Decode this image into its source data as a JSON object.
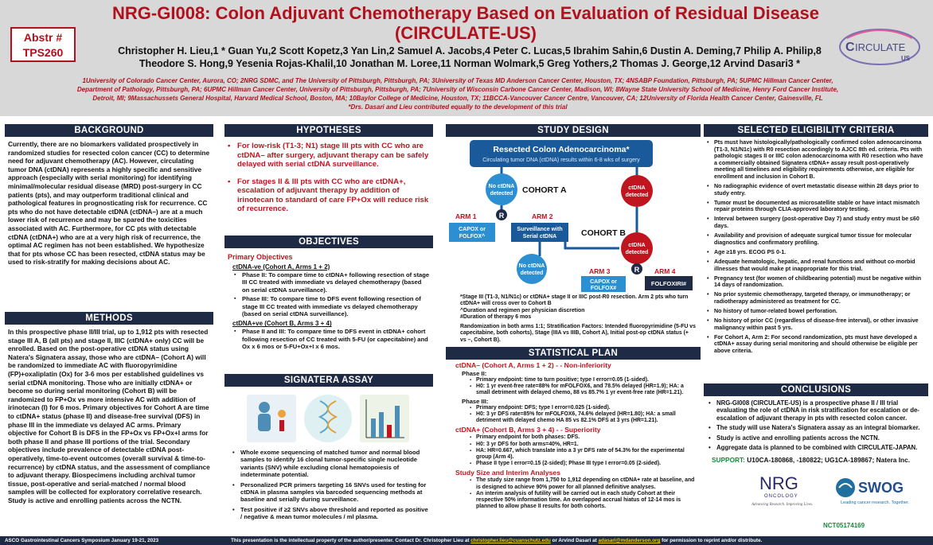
{
  "header": {
    "title_line1": "NRG-GI008: Colon Adjuvant Chemotherapy Based on Evaluation of Residual Disease",
    "title_line2": "(CIRCULATE-US)",
    "abstract_line1": "Abstr #",
    "abstract_line2": "TPS260",
    "authors_line1": "Christopher H. Lieu,1 * Guan Yu,2 Scott Kopetz,3 Yan Lin,2 Samuel A. Jacobs,4 Peter C. Lucas,5 Ibrahim Sahin,6 Dustin A. Deming,7 Philip A. Philip,8",
    "authors_line2": "Theodore S. Hong,9  Yesenia Rojas-Khalil,10 Jonathan M. Loree,11 Norman Wolmark,5 Greg Yothers,2 Thomas J. George,12 Arvind Dasari3 *",
    "affil_line1": "1University of Colorado Cancer Center, Aurora, CO; 2NRG SDMC, and The University of Pittsburgh, Pittsburgh, PA; 3University of Texas MD Anderson Cancer Center, Houston, TX; 4NSABP Foundation, Pittsburgh, PA; 5UPMC Hillman Cancer Center,",
    "affil_line2": "Department of Pathology, Pittsburgh, PA; 6UPMC Hillman Cancer Center, University of Pittsburgh, Pittsburgh, PA; 7University of Wisconsin Carbone Cancer Center, Madison, WI; 8Wayne State University School of Medicine, Henry Ford Cancer Institute,",
    "affil_line3": "Detroit, MI; 9Massachussets General Hospital, Harvard Medical School, Boston, MA; 10Baylor College of Medicine, Houston, TX; 11BCCA-Vancouver Cancer Centre, Vancouver, CA; 12University of Florida Health Cancer Center, Gainesville, FL",
    "affil_line4": "*Drs. Dasari and Lieu contributed equally to the development of this trial",
    "logo_text": "IRCULATE",
    "logo_sub": "US"
  },
  "background": {
    "heading": "BACKGROUND",
    "text": "Currently, there are no biomarkers validated prospectively in randomized studies for resected colon cancer (CC) to determine need for adjuvant chemotherapy (AC). However, circulating tumor DNA (ctDNA) represents a highly specific and sensitive approach (especially with serial monitoring) for identifying minimal/molecular residual disease (MRD) post-surgery in CC patients (pts), and may outperform traditional clinical and pathological features in prognosticating risk for recurrence. CC pts who do not have detectable ctDNA (ctDNA–) are at a much lower risk of recurrence and may be spared the toxicities associated with AC. Furthermore, for CC pts with detectable ctDNA (ctDNA+) who are at a very high risk of recurrence, the optimal AC regimen has not been established. We hypothesize that for pts whose CC has been resected, ctDNA status may be used to risk-stratify for making decisions about AC."
  },
  "methods": {
    "heading": "METHODS",
    "text": "In this prospective phase II/III trial, up to 1,912 pts with resected stage III A, B (all pts) and stage II, IIIC (ctDNA+ only) CC will be enrolled. Based on the post-operative ctDNA status using Natera's Signatera assay, those who are ctDNA– (Cohort A) will be randomized to immediate AC with fluoropyrimidine (FP)+oxaliplatin (Ox) for 3-6 mos per established guidelines vs serial ctDNA monitoring. Those who are initially ctDNA+ or become so during serial monitoring (Cohort B) will be randomized to FP+Ox vs more intensive AC with addition of irinotecan (I) for 6 mos. Primary objectives for Cohort A are time to ctDNA+ status (phase II) and disease-free survival (DFS) in phase III in the immediate vs delayed AC arms. Primary objective for Cohort B is DFS in the FP+Ox vs FP+Ox+I arms for both phase II and phase III portions of the trial. Secondary objectives include prevalence of detectable ctDNA post-operatively, time-to-event outcomes (overall survival & time-to-recurrence) by ctDNA status, and the assessment of compliance to adjuvant therapy. Biospecimens including archival tumor tissue, post-operative and serial-matched / normal blood samples will be collected for exploratory correlative research. Study is active and enrolling patients across the NCTN."
  },
  "hypotheses": {
    "heading": "HYPOTHESES",
    "items": [
      "For low-risk (T1-3; N1) stage III pts with CC who are ctDNA– after surgery, adjuvant therapy can be safely delayed with serial ctDNA surveillance.",
      "For stages II & III pts with CC who are ctDNA+, escalation of adjuvant therapy by addition of irinotecan to standard of care FP+Ox will reduce risk of recurrence."
    ]
  },
  "objectives": {
    "heading": "OBJECTIVES",
    "primary": "Primary Objectives",
    "cohort_a_label": "ctDNA-ve (Cohort A, Arms 1 + 2)",
    "cohort_a_items": [
      "Phase II: To compare time to ctDNA+ following resection of stage III CC treated with immediate vs delayed chemotherapy (based on serial ctDNA surveillance).",
      "Phase III: To compare time to DFS event following resection of stage III CC treated with immediate vs delayed chemotherapy (based on serial ctDNA surveillance)."
    ],
    "cohort_b_label": "ctDNA+ve (Cohort B, Arms 3 + 4)",
    "cohort_b_items": [
      "Phase II and III: To compare time to DFS event in ctDNA+ cohort following resection of CC treated with 5-FU (or capecitabine) and Ox x 6 mos or 5-FU+Ox+I x 6 mos."
    ]
  },
  "signatera": {
    "heading": "SIGNATERA ASSAY",
    "items": [
      "Whole exome sequencing of matched tumor and normal blood samples to identify 16 clonal tumor-specific single nucleotide variants (SNV) while excluding clonal hematopoiesis of indeterminate potential.",
      "Personalized PCR primers targeting 16 SNVs used for testing for ctDNA in plasma samples via barcoded sequencing methods at baseline and serially during surveillance.",
      "Test positive if ≥2 SNVs above threshold and reported as positive / negative & mean tumor molecules / ml plasma."
    ]
  },
  "design": {
    "heading": "STUDY DESIGN",
    "box_title": "Resected Colon Adenocarcinoma*",
    "box_sub": "Circulating tumor DNA (ctDNA) results within 6-8 wks of surgery",
    "no_ctdna": "No ctDNA detected",
    "ctdna": "ctDNA detected",
    "cohort_a": "COHORT A",
    "cohort_b": "COHORT B",
    "arm1": "ARM 1",
    "arm2": "ARM 2",
    "arm3": "ARM 3",
    "arm4": "ARM 4",
    "arm1_tx": "CAPOX or FOLFOX^",
    "arm2_tx": "Surveillance with Serial ctDNA",
    "arm3_tx": "CAPOX or FOLFOX#",
    "arm4_tx": "FOLFOXIRI#",
    "r": "R",
    "notes": [
      "*Stage III (T1-3, N1/N1c) or ctDNA+ stage II or IIIC post-R0 resection.  Arm 2 pts who turn ctDNA+ will cross over to Cohort B",
      "^Duration and regimen per physician discretion",
      "#Duration of therapy 6 mos"
    ],
    "strat": "Randomization in both arms 1:1; Stratification Factors: Intended fluoropyrimidine (5-FU vs capecitabine, both cohorts), Stage (IIIA vs IIIB, Cohort A), Initial post-op ctDNA status (+ vs –, Cohort B)."
  },
  "stats": {
    "heading": "STATISTICAL PLAN",
    "a_heading": "ctDNA– (Cohort A, Arms 1 + 2) - - Non-inferiority",
    "phase2": "Phase II:",
    "a_p2": [
      "Primary endpoint: time to turn positive; type I error=0.05 (1-sided).",
      "H0: 1 yr event-free rate=88% for mFOLFOX6, and 78.5% delayed (HR=1.9); HA: a small detriment with delayed chemo, 88 vs 85.7% 1 yr event-free rate (HR=1.21)."
    ],
    "phase3": "Phase III:",
    "a_p3": [
      "Primary endpoint: DFS; type I error=0.025 (1-sided).",
      "H0: 3 yr DFS rate=85% for mFOLFOX6, 74.6% delayed (HR=1.80); HA: a small detriment with delayed chemo HA 85 vs 82.1% DFS at 3 yrs (HR=1.21)."
    ],
    "b_heading": "ctDNA+ (Cohort B, Arms 3 + 4) - - Superiority",
    "b_items": [
      "Primary endpoint for both phases: DFS.",
      "H0: 3 yr DFS for both arms=40%, HR=1.",
      "HA: HR=0.667, which translate into a 3 yr DFS rate of 54.3% for the experimental group (Arm 4).",
      "Phase II type I error=0.15 (2-sided); Phase III type I error=0.05 (2-sided)."
    ],
    "size_heading": "Study Size and Interim Analyses",
    "size_items": [
      "The study size range from 1,750 to 1,912 depending on ctDNA+ rate at baseline, and is designed to achieve 90% power for all planned definitive analyses.",
      "An interim analysis of futility will be carried out in each study Cohort at their respective 50% information time. An overlapped accrual hiatus of 12-14 mos is planned to allow phase II results for both cohorts."
    ]
  },
  "eligibility": {
    "heading": "SELECTED ELIGIBILITY CRITERIA",
    "items": [
      "Pts must have histologically/pathologically confirmed colon adenocarcinoma (T1-3, N1/N1c) with R0 resection accordingly to AJCC 8th ed. criteria. Pts with pathologic stages II or IIIC colon adenocarcinoma with R0 resection who have a commercially obtained Signatera ctDNA+ assay result post-operatively meeting all timelines and eligibility requirements otherwise, are eligible for enrollment and inclusion in Cohort B.",
      "No radiographic evidence of overt metastatic disease within 28 days prior to study entry.",
      "Tumor must be documented as microsatellite stable or have intact mismatch repair proteins through CLIA-approved laboratory testing.",
      "Interval between surgery (post-operative Day 7) and study entry must be ≤60 days.",
      "Availability and provision of adequate surgical tumor tissue for molecular diagnostics and confirmatory profiling.",
      "Age ≥18 yrs.  ECOG PS 0-1.",
      "Adequate hematologic, hepatic, and renal functions and without co-morbid illnesses that would make pt inappropriate for this trial.",
      "Pregnancy test (for women of childbearing potential) must be negative within 14 days of randomization.",
      "No prior systemic chemotherapy, targeted therapy, or immunotherapy; or radiotherapy administered as treatment for CC.",
      "No history of tumor-related bowel perforation.",
      "No history of prior CC (regardless of disease-free interval), or other invasive malignancy within past 5 yrs.",
      "For Cohort A, Arm 2: For second randomization, pts must have developed a ctDNA+ assay during serial monitoring and should otherwise be eligible per above criteria."
    ]
  },
  "conclusions": {
    "heading": "CONCLUSIONS",
    "items": [
      "NRG-GI008 (CIRCULATE-US) is a prospective phase II / III trial evaluating the role of ctDNA in risk stratification for escalation or de-escalation of  adjuvant therapy in pts with resected colon cancer.",
      "The study will use Natera's Signatera assay as an integral biomarker.",
      "Study is active and enrolling patients across the NCTN.",
      "Aggregate data is planned to be combined with CIRCULATE-JAPAN."
    ],
    "support_label": "SUPPORT:",
    "support_text": " U10CA-180868, -180822; UG1CA-189867; Natera Inc.",
    "nrg": "NRG",
    "nrg_sub": "ONCOLOGY",
    "nrg_tag": "Advancing Research. Improving Lives.",
    "swog": "SWOG",
    "swog_tag": "Leading cancer research. Together.",
    "nct": "NCT05174169"
  },
  "footer": {
    "left": "ASCO Gastrointestinal Cancers Symposium January 19-21, 2023",
    "right_a": "This presentation is the intellectual property of the author/presenter.  Contact Dr. Christopher Lieu at ",
    "email1": "christopher.lieu@cuanschutz.edu",
    "right_b": " or Arvind Dasari at ",
    "email2": "adasari@mdanderson.org",
    "right_c": " for permission to reprint and/or distribute."
  }
}
